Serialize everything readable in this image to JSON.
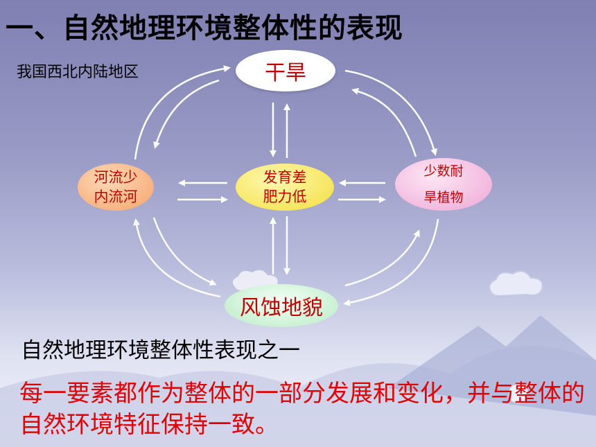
{
  "slide": {
    "title": "一、自然地理环境整体性的表现",
    "region_label": "我国西北内陆地区"
  },
  "diagram": {
    "nodes": {
      "top": {
        "line1": "干旱"
      },
      "left": {
        "line1": "河流少",
        "line2": "内流河"
      },
      "center": {
        "line1": "发育差",
        "line2": "肥力低"
      },
      "right": {
        "line1": "少数耐",
        "line2": "旱植物"
      },
      "bottom": {
        "line1": "风蚀地貌"
      }
    },
    "arrow_color": "#ffffff"
  },
  "text": {
    "summary": "自然地理环境整体性表现之一",
    "detail": "每一要素都作为整体的一部分发展和变化，并与整体的自然环境特征保持一致。"
  },
  "colors": {
    "node_text": "#c00000",
    "detail_text": "#e00000"
  }
}
